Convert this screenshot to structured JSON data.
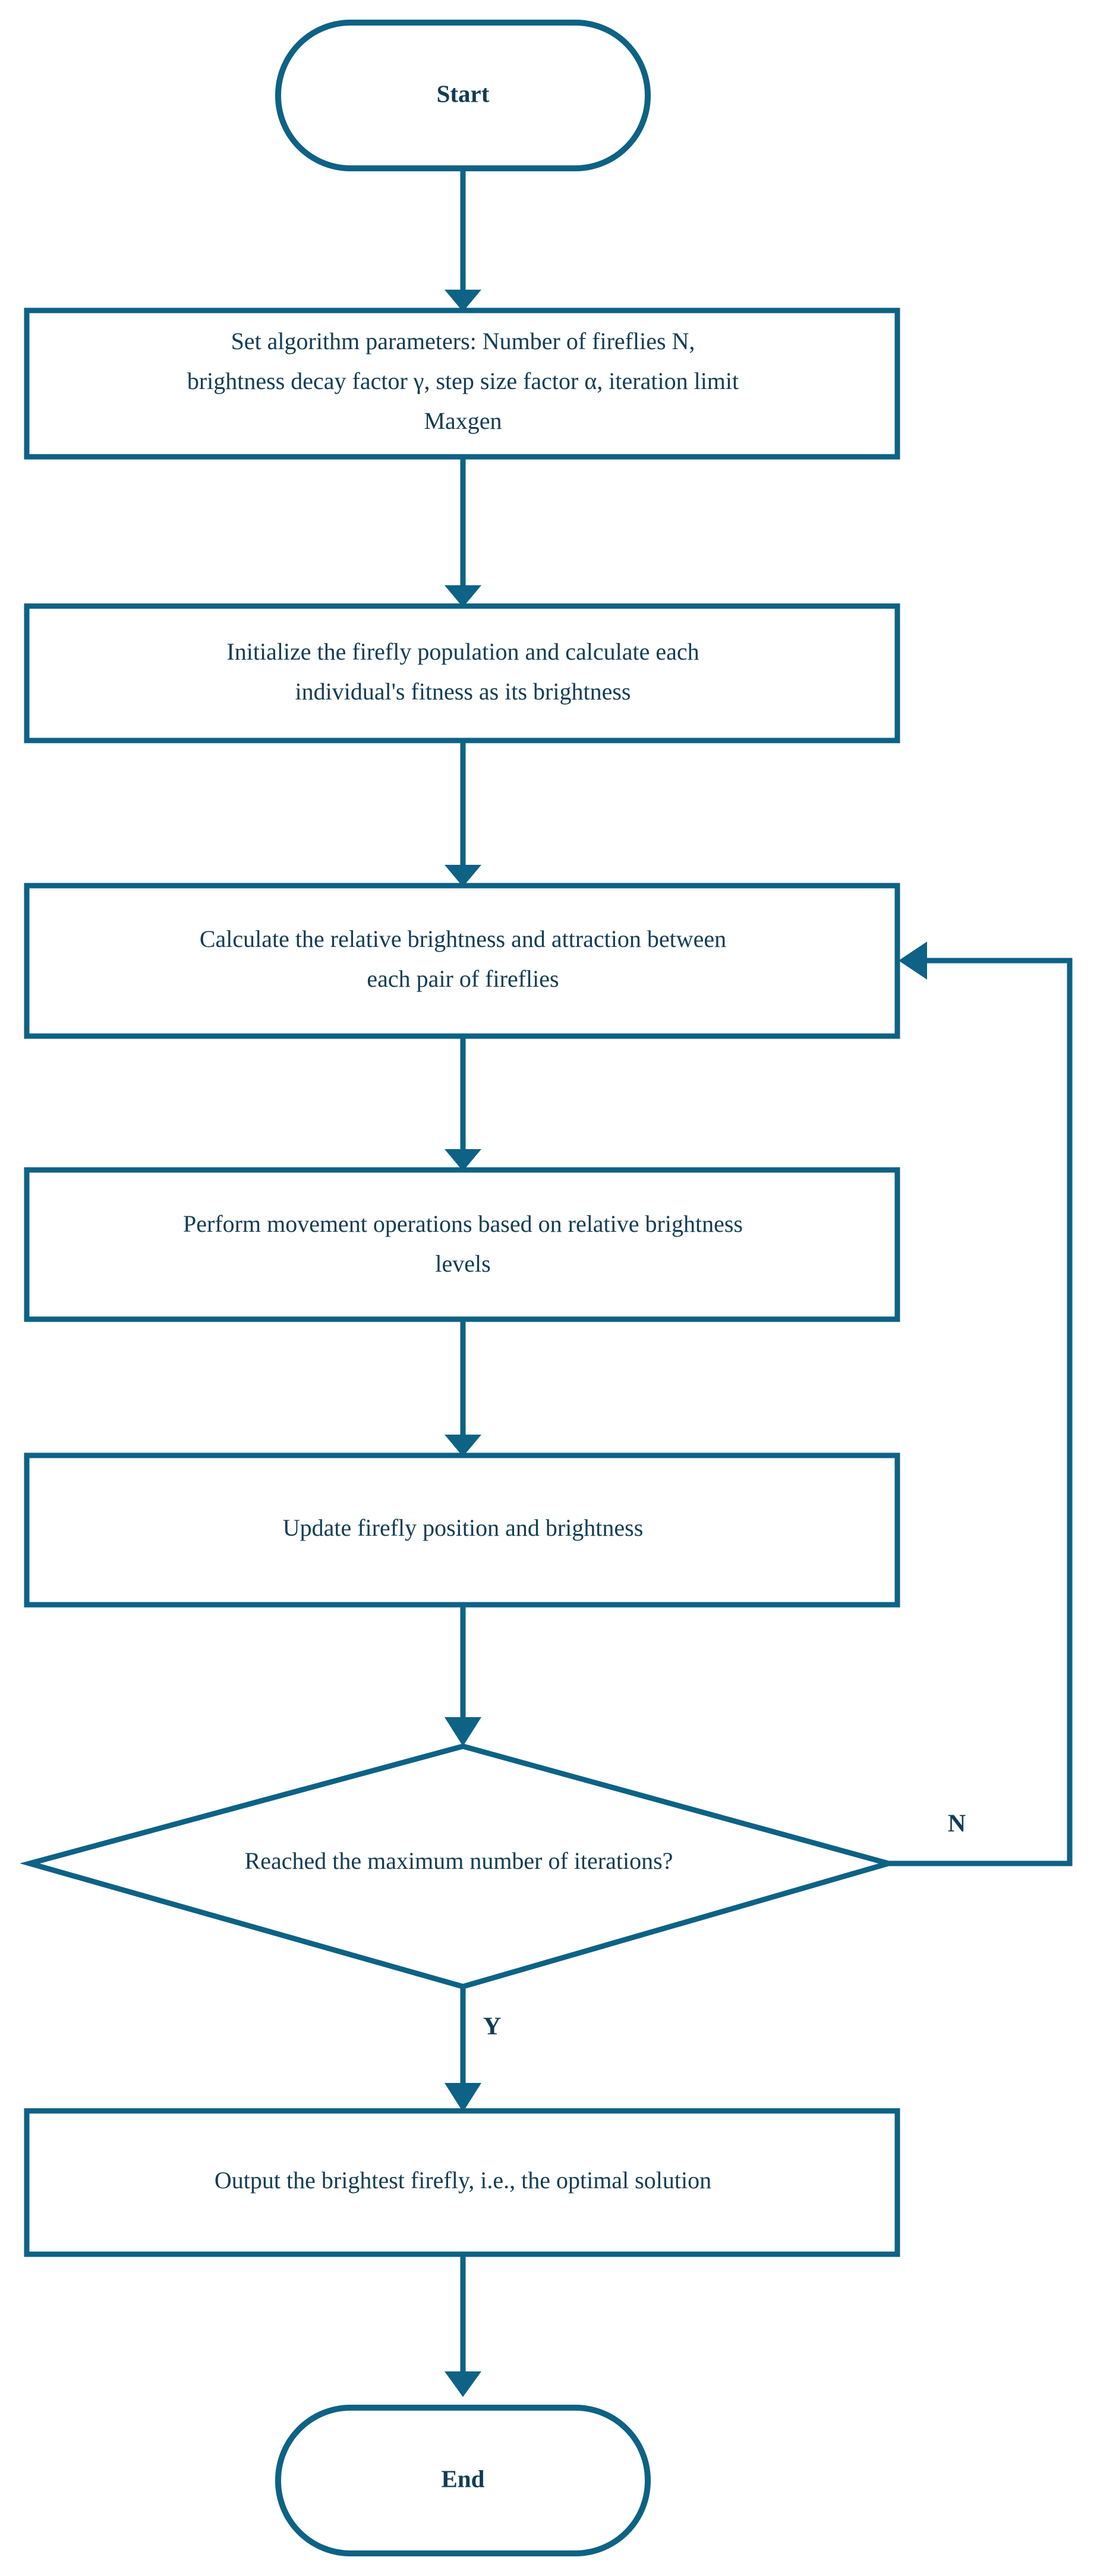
{
  "diagram": {
    "title": "Firefly Algorithm Flowchart",
    "colors": {
      "stroke": "#0d6285",
      "text": "#123c54",
      "background": "#ffffff"
    },
    "nodes": {
      "start": {
        "label": "Start",
        "shape": "terminal"
      },
      "set_params": {
        "shape": "process",
        "lines": [
          "Set algorithm parameters: Number of fireflies N,",
          "brightness decay factor γ, step size factor α, iteration limit",
          "Maxgen"
        ]
      },
      "initialize": {
        "shape": "process",
        "lines": [
          "Initialize the firefly population and calculate each",
          "individual's fitness as its brightness"
        ]
      },
      "calc_relative": {
        "shape": "process",
        "lines": [
          "Calculate the relative brightness and attraction between",
          "each pair of fireflies"
        ]
      },
      "movement": {
        "shape": "process",
        "lines": [
          "Perform movement operations based on relative brightness",
          "levels"
        ]
      },
      "update": {
        "shape": "process",
        "lines": [
          "Update firefly position and brightness"
        ]
      },
      "decision": {
        "shape": "decision",
        "lines": [
          "Reached the maximum number of iterations?"
        ]
      },
      "output": {
        "shape": "process",
        "lines": [
          "Output the brightest firefly, i.e., the optimal solution"
        ]
      },
      "end": {
        "label": "End",
        "shape": "terminal"
      }
    },
    "edges": {
      "yes_label": "Y",
      "no_label": "N"
    }
  }
}
